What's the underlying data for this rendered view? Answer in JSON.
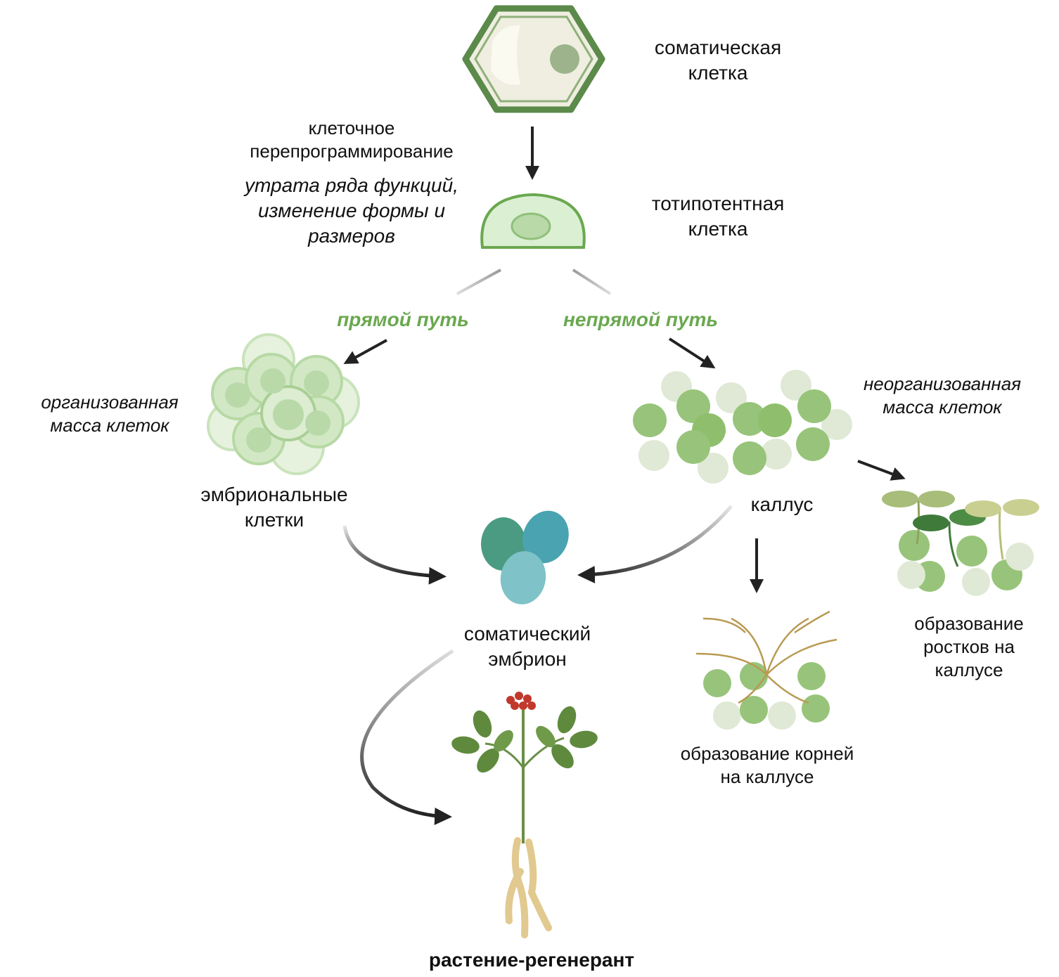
{
  "labels": {
    "somatic_cell": [
      "соматическая",
      "клетка"
    ],
    "reprogramming": [
      "клеточное",
      "перепрограммирование"
    ],
    "function_loss": [
      "утрата ряда функций,",
      "изменение формы и",
      "размеров"
    ],
    "totipotent_cell": [
      "тотипотентная",
      "клетка"
    ],
    "direct_path": "прямой путь",
    "indirect_path": "непрямой путь",
    "organized_mass": [
      "организованная",
      "масса клеток"
    ],
    "unorganized_mass": [
      "неорганизованная",
      "масса клеток"
    ],
    "embryonic_cells": [
      "эмбриональные",
      "клетки"
    ],
    "callus": "каллус",
    "somatic_embryo": [
      "соматический",
      "эмбрион"
    ],
    "root_formation": [
      "образование корней",
      "на каллусе"
    ],
    "shoot_formation": [
      "образование",
      "ростков на",
      "каллусе"
    ],
    "regenerant_plant": "растение-регенерант"
  },
  "colors": {
    "accent_green": "#6aa84f",
    "arrow": "#222222",
    "cell_wall": "#5b8a4a",
    "callus_green": "#8fbf6c"
  },
  "icons": [
    "somatic-cell-icon",
    "totipotent-cell-icon",
    "embryonic-cluster-icon",
    "callus-icon",
    "somatic-embryo-icon",
    "root-callus-icon",
    "shoot-callus-icon",
    "ginseng-plant-icon"
  ]
}
